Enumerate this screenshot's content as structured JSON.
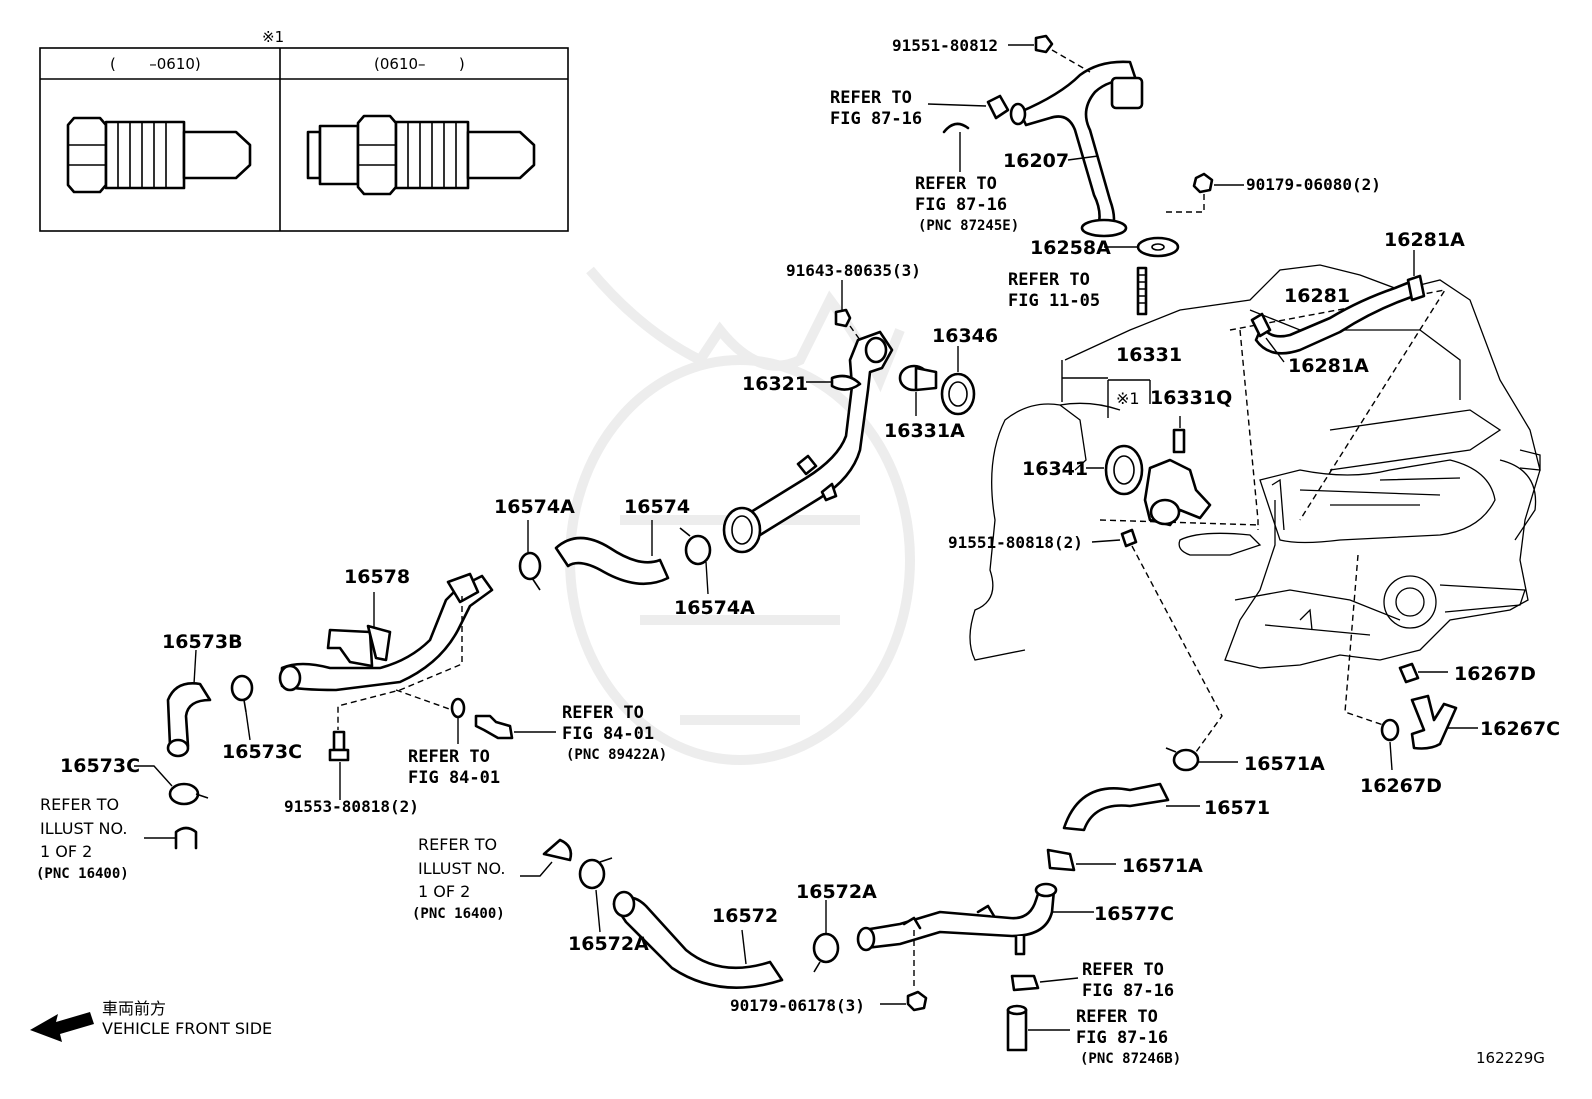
{
  "inset": {
    "mark": "※1",
    "col_left": "(       –0610)",
    "col_right": "(0610–       )"
  },
  "parts": {
    "p91551_80812": "91551-80812",
    "p16207": "16207",
    "p90179_06080": "90179-06080(2)",
    "p16258a": "16258A",
    "p16281a_top": "16281A",
    "p16281": "16281",
    "p16281a_low": "16281A",
    "p91643_80635": "91643-80635(3)",
    "p16346": "16346",
    "p16321": "16321",
    "p16331a": "16331A",
    "p16331": "16331",
    "p16331q_mark": "※1",
    "p16331q": "16331Q",
    "p16341": "16341",
    "p91551_80818": "91551-80818(2)",
    "p16574a_top": "16574A",
    "p16574": "16574",
    "p16574a_low": "16574A",
    "p16578": "16578",
    "p16573b": "16573B",
    "p16573c_right": "16573C",
    "p16573c_left": "16573C",
    "p91553_80818": "91553-80818(2)",
    "p16267d_top": "16267D",
    "p16267c": "16267C",
    "p16267d_low": "16267D",
    "p16571a_top": "16571A",
    "p16571": "16571",
    "p16571a_low": "16571A",
    "p16577c": "16577C",
    "p16572a_right": "16572A",
    "p16572": "16572",
    "p16572a_left": "16572A",
    "p90179_06178": "90179-06178(3)"
  },
  "refs": {
    "r1_l1": "REFER TO",
    "r1_l2": "FIG 87-16",
    "r2_l1": "REFER TO",
    "r2_l2": "FIG 87-16",
    "r2_l3": "(PNC 87245E)",
    "r3_l1": "REFER TO",
    "r3_l2": "FIG 11-05",
    "r4_l1": "REFER TO",
    "r4_l2": "FIG 84-01",
    "r4_l3": "(PNC 89422A)",
    "r5_l1": "REFER TO",
    "r5_l2": "FIG 84-01",
    "r6_l1": "REFER TO",
    "r6_l2": "ILLUST NO.",
    "r6_l3": "1 OF 2",
    "r6_l4": "(PNC 16400)",
    "r7_l1": "REFER TO",
    "r7_l2": "ILLUST NO.",
    "r7_l3": "1 OF 2",
    "r7_l4": "(PNC 16400)",
    "r8_l1": "REFER TO",
    "r8_l2": "FIG 87-16",
    "r9_l1": "REFER TO",
    "r9_l2": "FIG 87-16",
    "r9_l3": "(PNC 87246B)"
  },
  "legend": {
    "jp": "車両前方",
    "en": "VEHICLE FRONT SIDE"
  },
  "diagram_id": "162229G"
}
